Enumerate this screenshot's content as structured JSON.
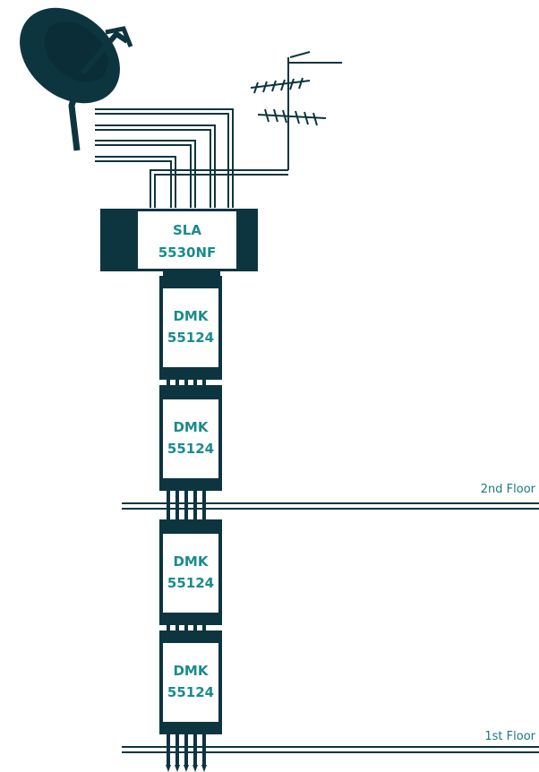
{
  "colors": {
    "dark": "#0d3540",
    "text": "#1a8c8c",
    "cable": "#0d3540",
    "background": "#ffffff"
  },
  "icons": [
    "satellite-dish-icon",
    "terrestrial-antenna-icon"
  ],
  "switch": {
    "line1": "SLA",
    "line2": "5530NF"
  },
  "taps": [
    {
      "line1": "DMK",
      "line2": "55124"
    },
    {
      "line1": "DMK",
      "line2": "55124"
    },
    {
      "line1": "DMK",
      "line2": "55124"
    },
    {
      "line1": "DMK",
      "line2": "55124"
    }
  ],
  "floors": {
    "upper": "2nd Floor",
    "lower": "1st Floor"
  }
}
